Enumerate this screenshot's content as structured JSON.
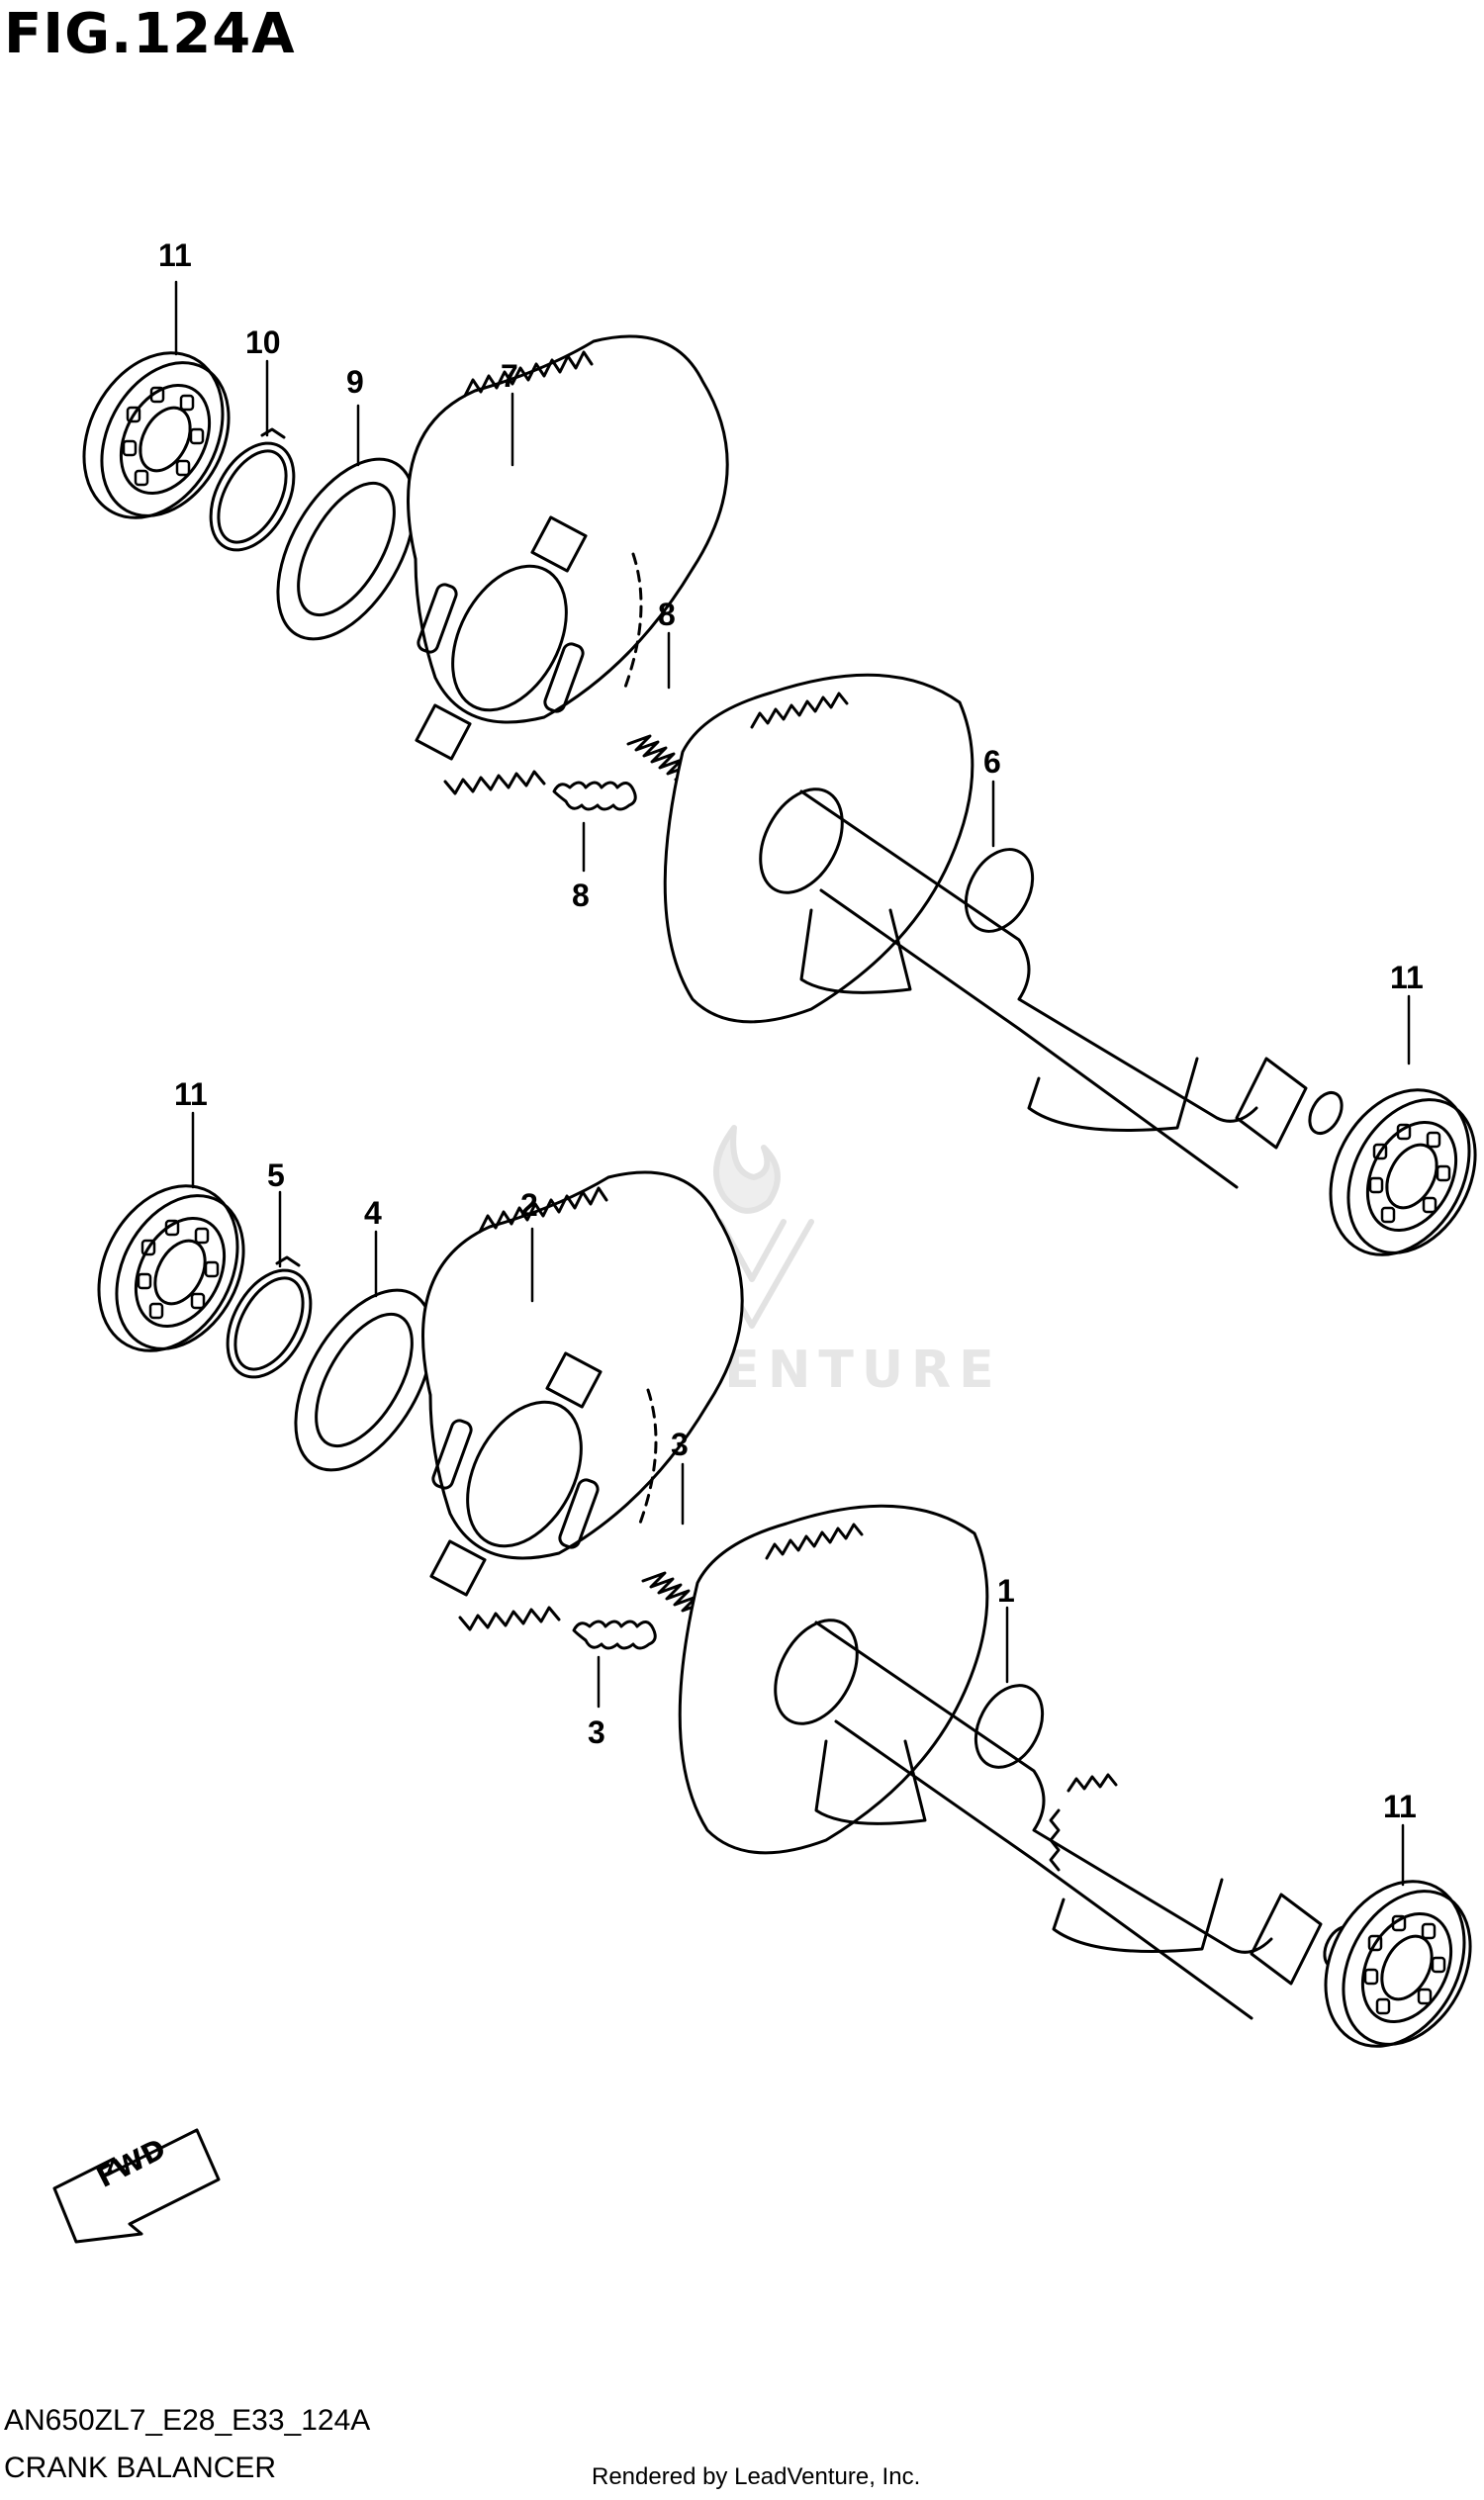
{
  "figure": {
    "title": "FIG.124A"
  },
  "footer": {
    "model_code": "AN650ZL7_E28_E33_124A",
    "caption": "CRANK BALANCER",
    "credit": "Rendered by LeadVenture, Inc."
  },
  "watermark": {
    "text": "LEADVENTURE"
  },
  "fwd_arrow": {
    "label": "FWD"
  },
  "callouts": {
    "upper": [
      "11",
      "10",
      "9",
      "7",
      "8",
      "8",
      "6",
      "11"
    ],
    "lower": [
      "11",
      "5",
      "4",
      "2",
      "3",
      "3",
      "1",
      "11"
    ]
  },
  "colors": {
    "line": "#000000",
    "watermark": "#e2e2e2"
  }
}
